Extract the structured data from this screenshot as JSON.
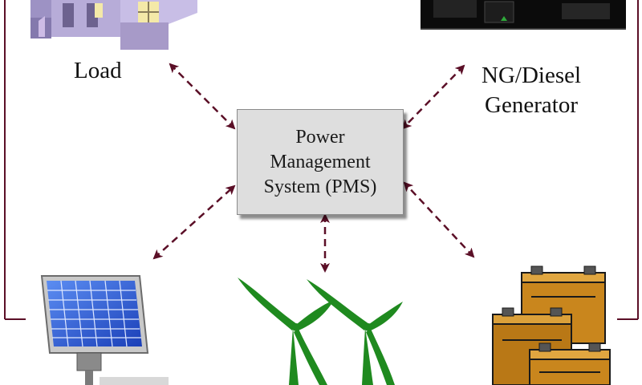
{
  "nodes": {
    "load": {
      "label": "Load"
    },
    "generator": {
      "label_line1": "NG/Diesel",
      "label_line2": "Generator"
    },
    "pms": {
      "line1": "Power",
      "line2": "Management",
      "line3": "System (PMS)"
    }
  },
  "colors": {
    "arrow": "#5b0f27",
    "frame": "#5b0f27",
    "pms_fill": "#dedede",
    "turbine_green": "#1f8a1f",
    "solar_blue": "#1f4fd1",
    "battery_orange": "#c9861d",
    "generator_dark": "#111111",
    "house_lavender": "#a79ac8"
  },
  "icons": {
    "load": "house-icon",
    "generator": "generator-icon",
    "solar": "solar-panel-icon",
    "wind": "wind-turbine-icon",
    "battery": "battery-icon"
  }
}
